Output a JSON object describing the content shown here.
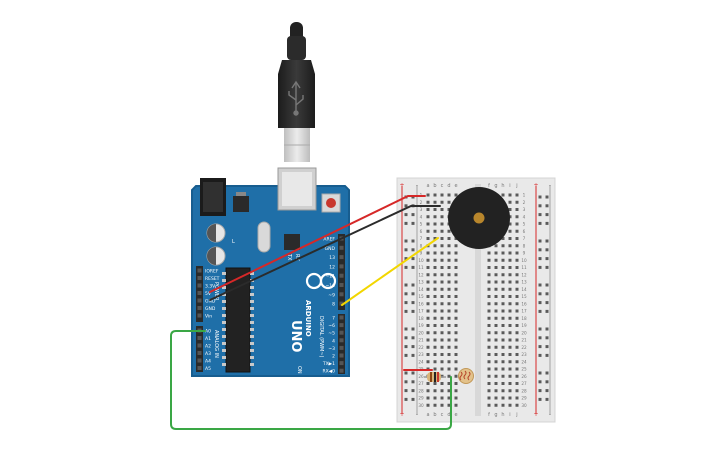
{
  "arduino": {
    "brand": "ARDUINO",
    "model": "UNO",
    "power_header_label": "POWER",
    "analog_header_label": "ANALOG IN",
    "digital_header_label": "DIGITAL (PWM~)",
    "power_pins": [
      "IOREF",
      "RESET",
      "3.3V",
      "5V",
      "GND",
      "GND",
      "Vin"
    ],
    "analog_pins": [
      "A0",
      "A1",
      "A2",
      "A3",
      "A4",
      "A5"
    ],
    "digital_pins_top": [
      "AREF",
      "GND",
      "13",
      "12",
      "~11",
      "~10",
      "~9",
      "8"
    ],
    "digital_pins_bottom": [
      "7",
      "~6",
      "~5",
      "4",
      "~3",
      "2",
      "TX▶1",
      "RX◀0"
    ],
    "tx_label": "TX",
    "rx_label": "RX",
    "l_label": "L",
    "on_label": "ON"
  },
  "breadboard": {
    "columns_left": [
      "a",
      "b",
      "c",
      "d",
      "e"
    ],
    "columns_right": [
      "f",
      "g",
      "h",
      "i",
      "j"
    ],
    "rows": [
      1,
      2,
      3,
      4,
      5,
      6,
      7,
      8,
      9,
      10,
      11,
      12,
      13,
      14,
      15,
      16,
      17,
      18,
      19,
      20,
      21,
      22,
      23,
      24,
      25,
      26,
      27,
      28,
      29,
      30
    ],
    "plus": "+",
    "minus": "-"
  },
  "wire_colors": {
    "five_volt": "#d62828",
    "ground": "#2b2b2b",
    "signal_pin8": "#f2d600",
    "analog_a0": "#3aa745"
  }
}
